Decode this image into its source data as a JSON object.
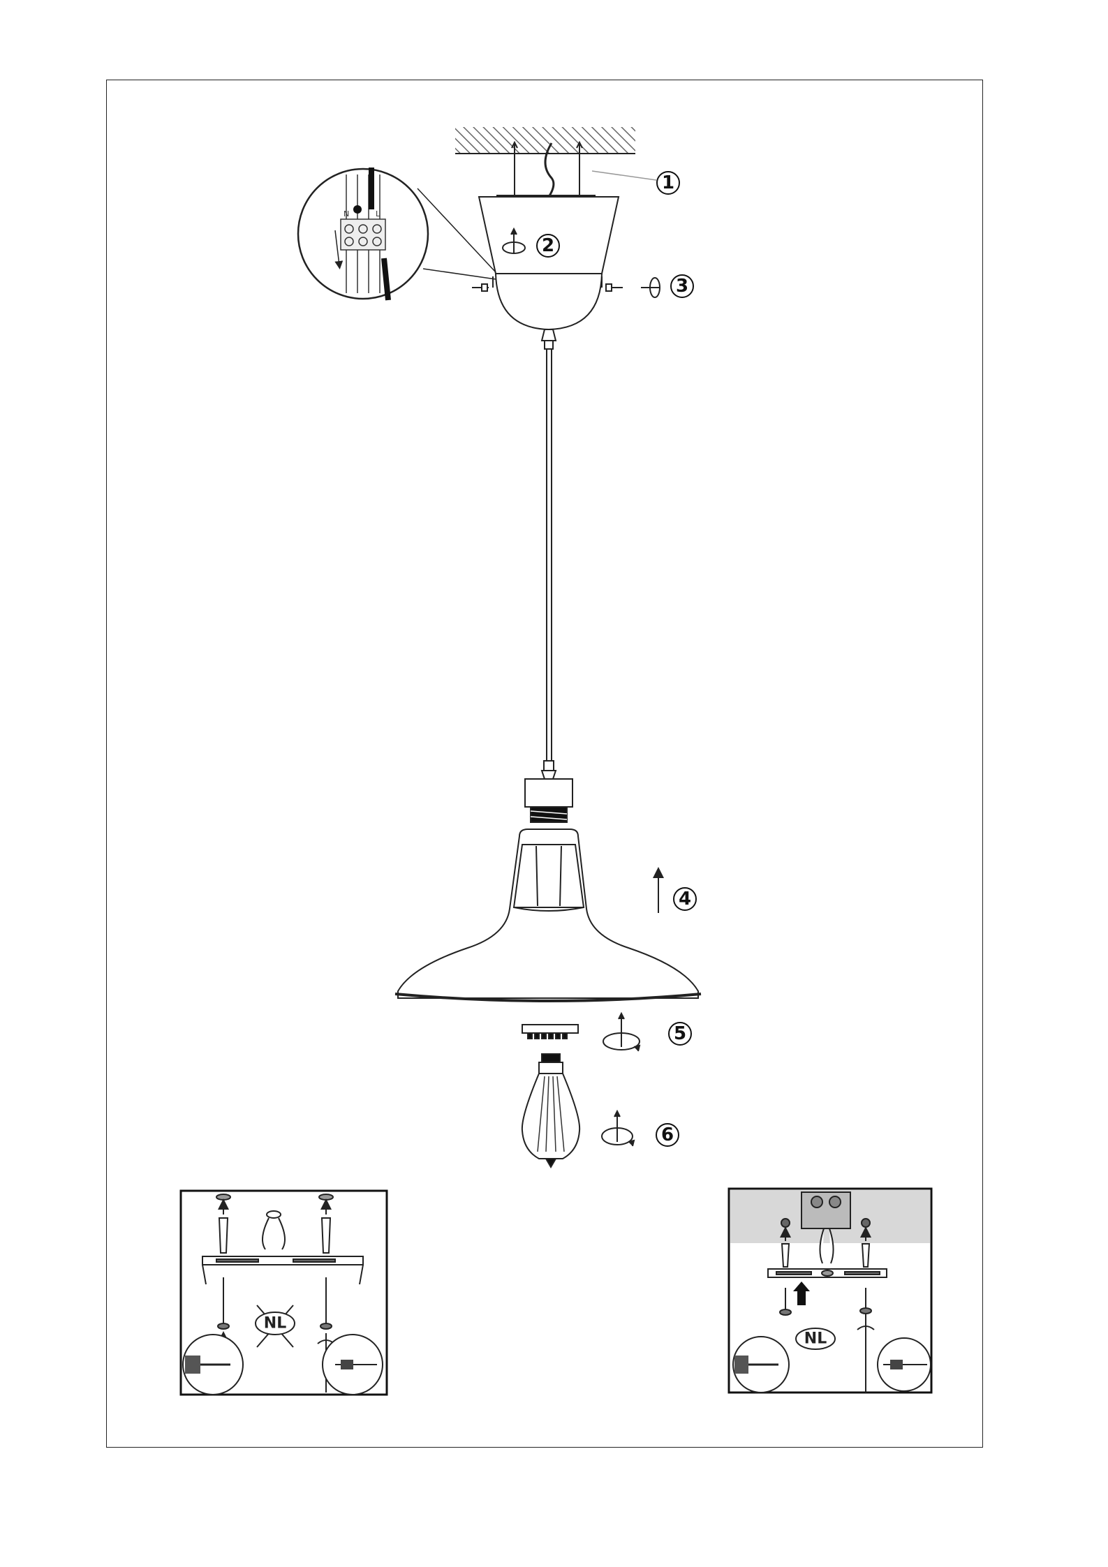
{
  "steps": [
    "1",
    "2",
    "3",
    "4",
    "5",
    "6"
  ],
  "inset_left": {
    "badge": "NL"
  },
  "inset_right": {
    "badge": "NL"
  },
  "terminal_labels": [
    "N",
    "L"
  ],
  "colors": {
    "line": "#222222",
    "frame": "#222222",
    "ceiling_shade": "#d8d8d8"
  }
}
